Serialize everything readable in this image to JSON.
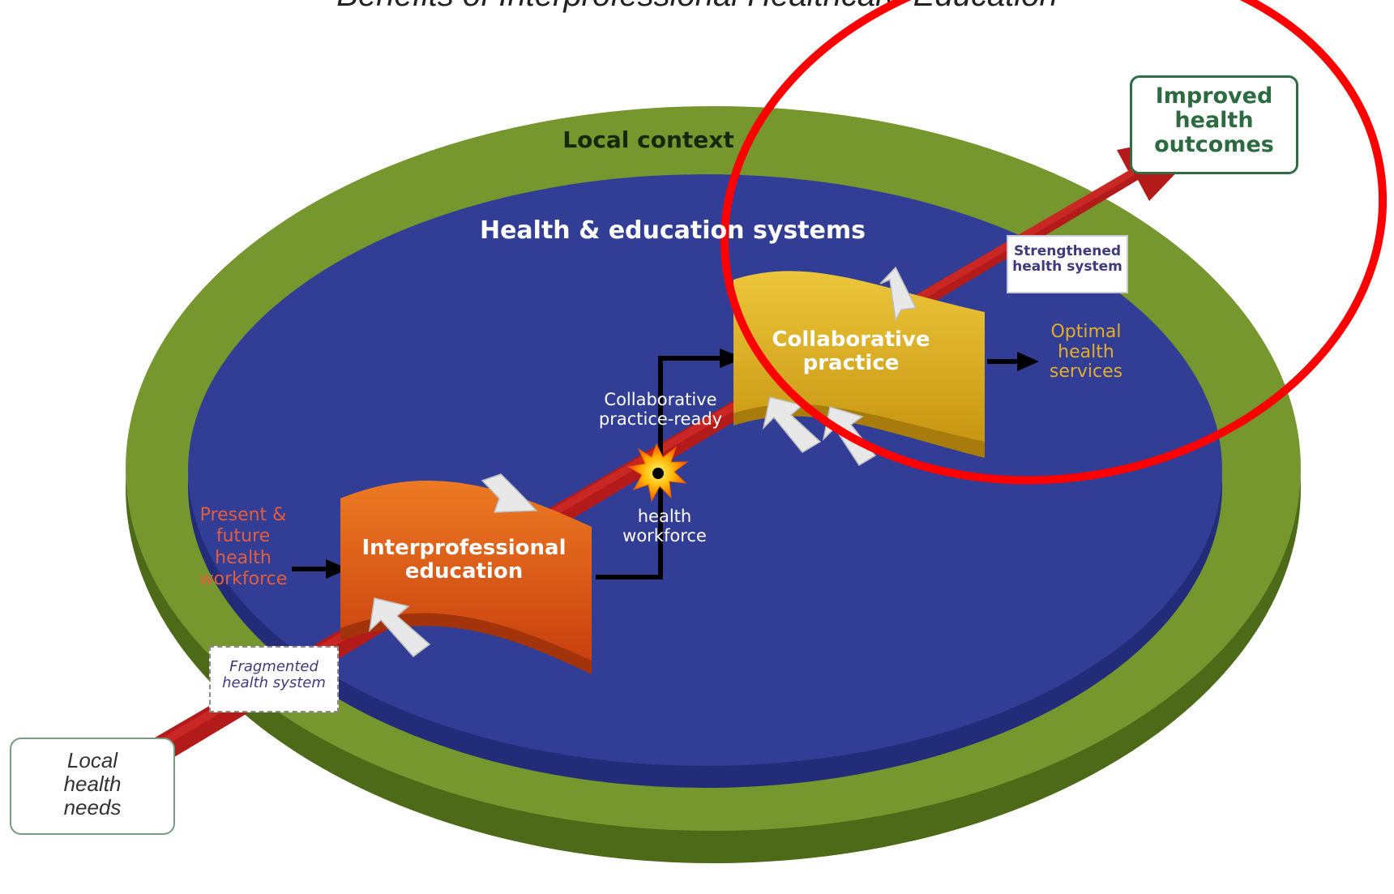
{
  "title": "Benefits of Interprofessional Healthcare Education",
  "labels": {
    "local_context": "Local context",
    "systems": "Health & education systems",
    "improved_outcomes": [
      "Improved",
      "health",
      "outcomes"
    ],
    "strengthened": [
      "Strengthened",
      "health system"
    ],
    "collab_practice": [
      "Collaborative",
      "practice"
    ],
    "optimal": [
      "Optimal",
      "health",
      "services"
    ],
    "practice_ready": [
      "Collaborative",
      "practice-ready"
    ],
    "health_workforce": [
      "health",
      "workforce"
    ],
    "present_future": [
      "Present &",
      "future",
      "health",
      "workforce"
    ],
    "ipe": [
      "Interprofessional",
      "education"
    ],
    "fragmented": [
      "Fragmented",
      "health system"
    ],
    "local_needs": [
      "Local",
      "health",
      "needs"
    ]
  },
  "colors": {
    "green_ring": "#76962e",
    "blue_center": "#323e96",
    "red_arrow": "#b31b1b",
    "orange_banner": "#de5a18",
    "yellow_banner": "#dcaf18",
    "annotation_circle": "#ff0000"
  }
}
